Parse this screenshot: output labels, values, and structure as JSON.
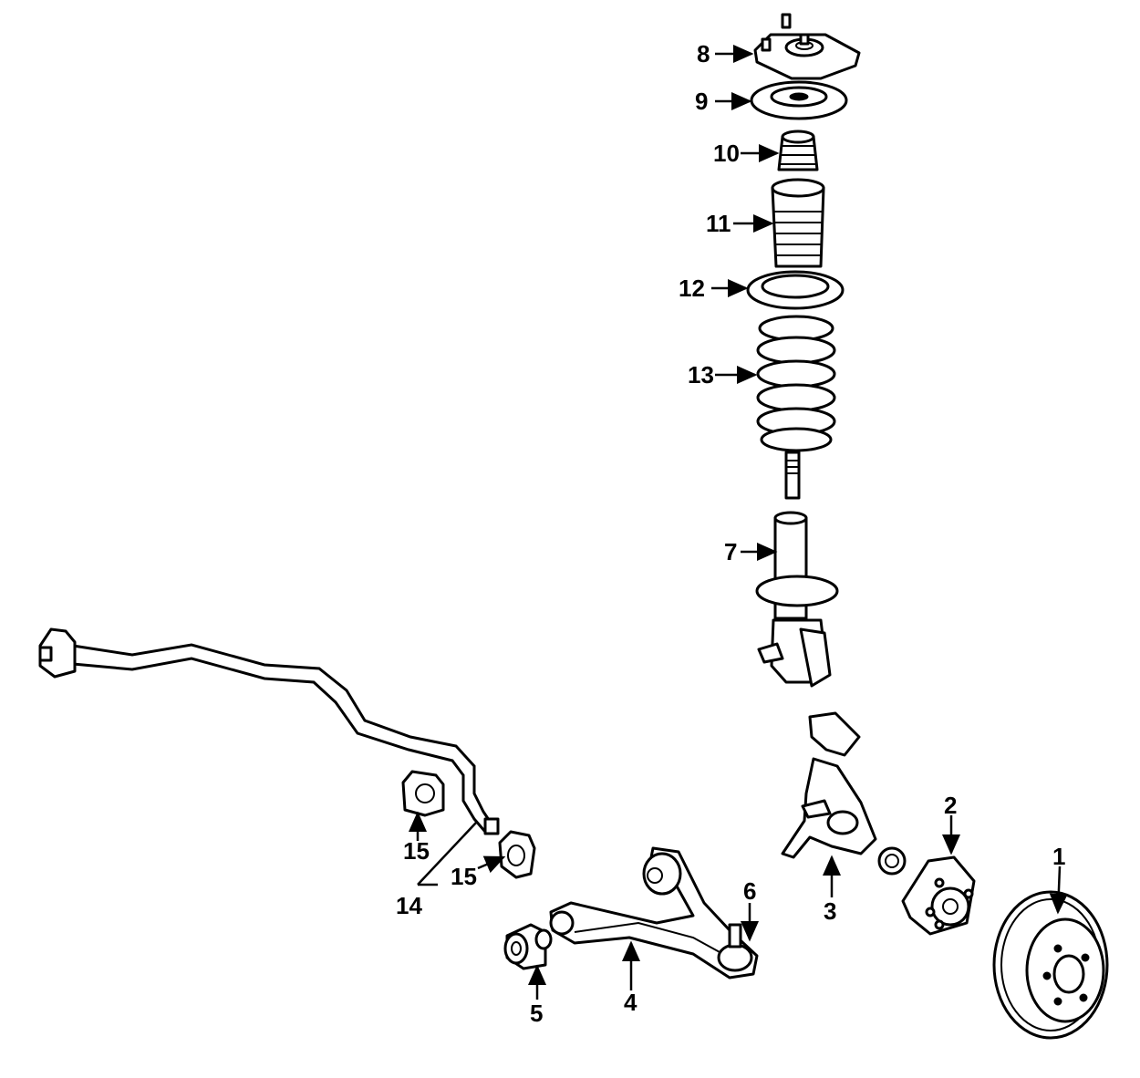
{
  "callouts": {
    "c1": "1",
    "c2": "2",
    "c3": "3",
    "c4": "4",
    "c5": "5",
    "c6": "6",
    "c7": "7",
    "c8": "8",
    "c9": "9",
    "c10": "10",
    "c11": "11",
    "c12": "12",
    "c13": "13",
    "c14": "14",
    "c15a": "15",
    "c15b": "15"
  },
  "colors": {
    "line": "#000000",
    "background": "#ffffff"
  }
}
